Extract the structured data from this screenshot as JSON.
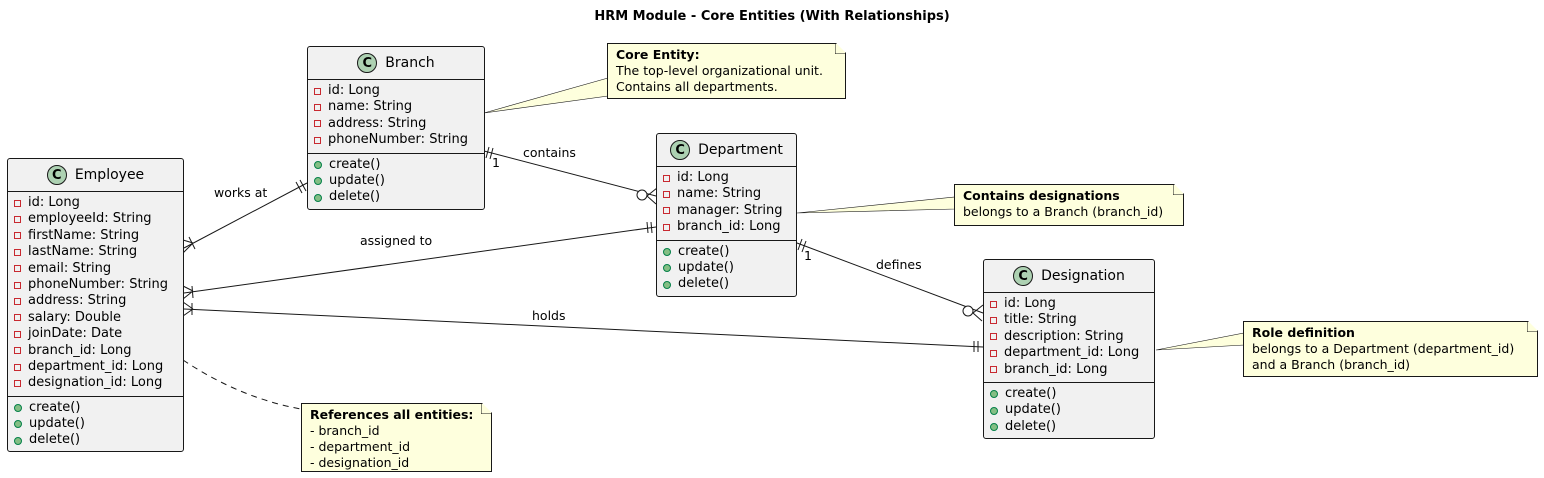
{
  "title": "HRM Module - Core Entities (With Relationships)",
  "classes": {
    "branch": {
      "stereotype": "C",
      "name": "Branch",
      "fields": [
        "id: Long",
        "name: String",
        "address: String",
        "phoneNumber: String"
      ],
      "methods": [
        "create()",
        "update()",
        "delete()"
      ]
    },
    "employee": {
      "stereotype": "C",
      "name": "Employee",
      "fields": [
        "id: Long",
        "employeeId: String",
        "firstName: String",
        "lastName: String",
        "email: String",
        "phoneNumber: String",
        "address: String",
        "salary: Double",
        "joinDate: Date",
        "branch_id: Long",
        "department_id: Long",
        "designation_id: Long"
      ],
      "methods": [
        "create()",
        "update()",
        "delete()"
      ]
    },
    "department": {
      "stereotype": "C",
      "name": "Department",
      "fields": [
        "id: Long",
        "name: String",
        "manager: String",
        "branch_id: Long"
      ],
      "methods": [
        "create()",
        "update()",
        "delete()"
      ]
    },
    "designation": {
      "stereotype": "C",
      "name": "Designation",
      "fields": [
        "id: Long",
        "title: String",
        "description: String",
        "department_id: Long",
        "branch_id: Long"
      ],
      "methods": [
        "create()",
        "update()",
        "delete()"
      ]
    }
  },
  "notes": {
    "branch": {
      "heading": "Core Entity:",
      "lines": [
        "The top-level organizational unit.",
        "Contains all departments."
      ]
    },
    "department": {
      "heading": "Contains designations",
      "lines": [
        "belongs to a Branch (branch_id)"
      ]
    },
    "designation": {
      "heading": "Role definition",
      "lines": [
        "belongs to a Department (department_id)",
        "and a Branch (branch_id)"
      ]
    },
    "employee": {
      "heading": "References all entities:",
      "lines": [
        "- branch_id",
        "- department_id",
        "- designation_id"
      ]
    }
  },
  "relations": {
    "works_at": "works at",
    "contains": "contains",
    "assigned_to": "assigned to",
    "defines": "defines",
    "holds": "holds",
    "contains_mult": "1",
    "defines_mult": "1"
  },
  "colors": {
    "class_fill": "#f1f1f1",
    "stereotype_circle": "#add1b2",
    "note_fill": "#feffdd",
    "line": "#181818",
    "private_marker": "#c82930",
    "public_marker": "#84be84"
  }
}
